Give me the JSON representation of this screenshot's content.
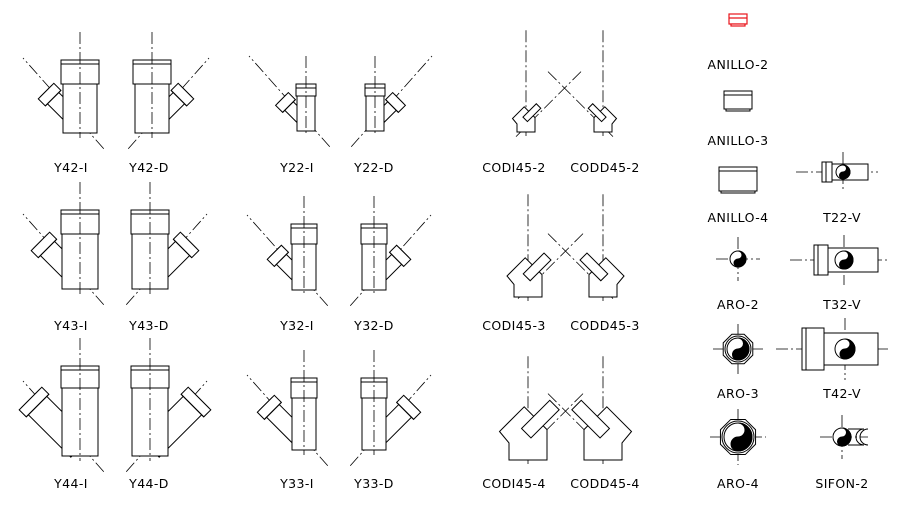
{
  "labels": {
    "y42i": "Y42-I",
    "y42d": "Y42-D",
    "y22i": "Y22-I",
    "y22d": "Y22-D",
    "codi452": "CODI45-2",
    "codd452": "CODD45-2",
    "anillo2": "ANILLO-2",
    "anillo3": "ANILLO-3",
    "anillo4": "ANILLO-4",
    "y43i": "Y43-I",
    "y43d": "Y43-D",
    "y32i": "Y32-I",
    "y32d": "Y32-D",
    "codi453": "CODI45-3",
    "codd453": "CODD45-3",
    "t22v": "T22-V",
    "aro2": "ARO-2",
    "t32v": "T32-V",
    "y44i": "Y44-I",
    "y44d": "Y44-D",
    "y33i": "Y33-I",
    "y33d": "Y33-D",
    "codi454": "CODI45-4",
    "codd454": "CODD45-4",
    "aro3": "ARO-3",
    "t42v": "T42-V",
    "aro4": "ARO-4",
    "sifon2": "SIFON-2"
  },
  "colors": {
    "ink": "#000000",
    "highlight": "#e8141b",
    "background": "#ffffff"
  }
}
